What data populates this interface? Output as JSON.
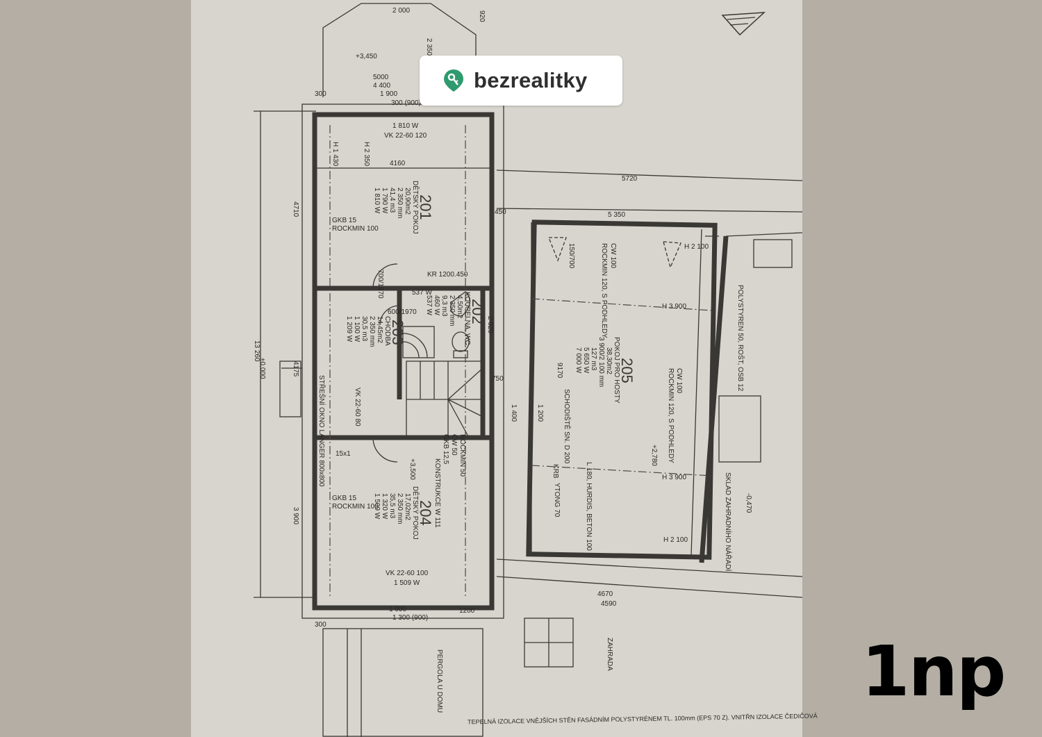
{
  "logo": {
    "brand": "bezrealitky",
    "icon": "key-pin-icon",
    "color": "#2e9a6e"
  },
  "floor_label": "1np",
  "note": "TEPELNÁ IZOLACE VNĚJŠÍCH STĚN FASÁDNÍM POLYSTYRÉNEM TL. 100mm (EPS 70 Z). VNITŘN IZOLACE ČEDIČOVÁ",
  "rooms": [
    {
      "number": "201",
      "name": "DĚTSKÝ POKOJ",
      "area": "20,90m2",
      "height": "2 350 mm",
      "volume": "41,4 m3",
      "heat1": "1 790 W",
      "heat2": "1 810 W"
    },
    {
      "number": "202",
      "name": "KOUPELNA, WC",
      "area": "4,50m2",
      "height": "2 350 mm",
      "volume": "9,3 m3",
      "heat1": "460 W",
      "heat2": "537 W"
    },
    {
      "number": "203",
      "name": "CHODBA",
      "area": "14,45m2",
      "height": "2 350 mm",
      "volume": "30,5 m3",
      "heat1": "1 100 W",
      "heat2": "1 209 W"
    },
    {
      "number": "204",
      "name": "DĚTSKÝ POKOJ",
      "area": "17,02m2",
      "height": "2 350 mm",
      "volume": "35,5 m3",
      "heat1": "1 320 W",
      "heat2": "1 509 W"
    },
    {
      "number": "205",
      "name": "POKOJ PRO HOSTY",
      "area": "38,30m2",
      "height": "3 900/2 100 mm",
      "volume": "127 m3",
      "heat1": "5 650 W",
      "heat2": "7 000 W"
    }
  ],
  "annotations": {
    "a1": "GKB 15",
    "a2": "ROCKMIN 100",
    "a3": "CW 50",
    "a4": "ROCKMIN 50",
    "a5": "GKB 12,5",
    "a6": "KONSTRUKCE W 111",
    "a7": "KR 1200.450",
    "a8": "VK 22-60 120",
    "a9": "1 810 W",
    "a10": "VK 22-60 100",
    "a11": "1 509 W",
    "a12": "VK 22-60 80",
    "a13": "CW 100",
    "a14": "ROCKMIN 120, S PODHLEDY",
    "a15": "H 3 900",
    "a16": "H 2 100",
    "a17": "+2,780",
    "a18": "+3,500",
    "a19": "±0,000",
    "a20": "-0,470",
    "a21": "SKLAD ZAHRADNÍHO NÁŘADÍ",
    "a22": "POLYSTYREN 50, ROŠT, OSB 12",
    "a23": "PERGOLA U DOMU",
    "a24": "ZAHRADA",
    "a25": "SCHODIŠTĚ SN. D 200",
    "a26": "L 180, HURDIS, BETON 100",
    "a27": "YTONG 70",
    "a28": "KRB",
    "a29": "STŘEŠNÍ OKNO LANGER 800x800",
    "a30": "+3,450",
    "a31": "H 1 430",
    "a32": "H 2 350",
    "a33": "700/1970",
    "a34": "600/1970",
    "a35": "15x1",
    "a36": "537 W"
  },
  "dimensions": {
    "d1": "5000",
    "d2": "4 400",
    "d3": "1 900",
    "d4": "300 (900)",
    "d5": "2 000",
    "d6": "4160",
    "d7": "5720",
    "d8": "5 350",
    "d9": "4710",
    "d10": "4175",
    "d11": "3 900",
    "d12": "13 260",
    "d13": "4670",
    "d14": "4590",
    "d15": "1 000",
    "d16": "1 300 (900)",
    "d17": "1200",
    "d18": "450",
    "d19": "750",
    "d20": "2 020",
    "d21": "9170",
    "d22": "1 200",
    "d23": "1 400",
    "d24": "300",
    "d25": "920",
    "d26": "2 350",
    "d27": "150/700"
  }
}
